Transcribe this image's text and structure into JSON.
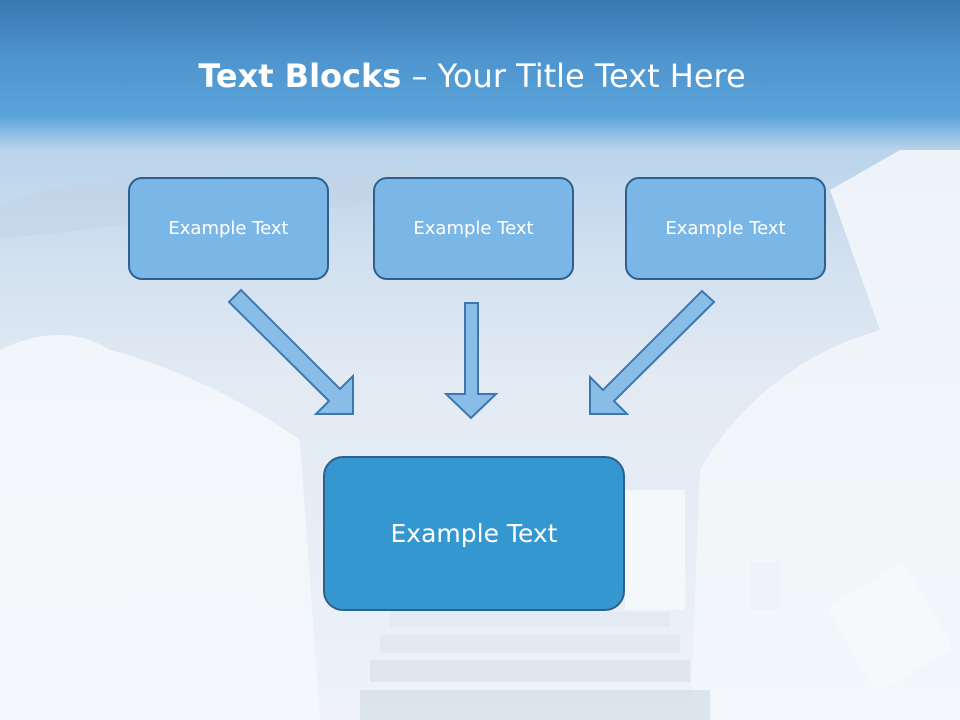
{
  "title": {
    "bold_part": "Text Blocks",
    "rest": " – Your Title Text Here"
  },
  "blocks": [
    {
      "label": "Example Text"
    },
    {
      "label": "Example Text"
    },
    {
      "label": "Example Text"
    }
  ],
  "main_block": {
    "label": "Example Text"
  },
  "colors": {
    "header_blue": "#4f95cf",
    "block_fill": "#7ab6e6",
    "main_block_fill": "#3497cf",
    "block_border": "#2e5f8e",
    "arrow_fill": "#88bde8"
  }
}
